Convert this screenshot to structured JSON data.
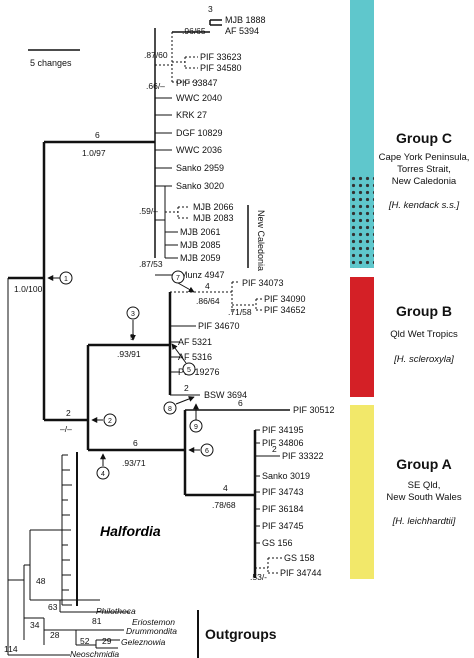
{
  "scale_bar": {
    "label": "5 changes"
  },
  "groups": {
    "c": {
      "title": "Group C",
      "lines": [
        "Cape York Peninsula,",
        "Torres Strait,",
        "New Caledonia"
      ],
      "taxon": "[H. kendack s.s.]",
      "color": "#5fc7cc",
      "hatch_color": "#333333"
    },
    "b": {
      "title": "Group B",
      "lines": [
        "Qld Wet Tropics"
      ],
      "taxon": "[H. scleroxyla]",
      "color": "#d42026"
    },
    "a": {
      "title": "Group A",
      "lines": [
        "SE Qld,",
        "New South Wales"
      ],
      "taxon": "[H. leichhardtii]",
      "color": "#f2e86a"
    }
  },
  "labels": {
    "new_caledonia": "New Caledonia",
    "halfordia": "Halfordia",
    "outgroups": "Outgroups"
  },
  "tips": {
    "mjb1888": "MJB 1888",
    "af5394": "AF 5394",
    "pif33623": "PIF 33623",
    "pif34580": "PIF 34580",
    "pif33847": "PIF 33847",
    "wwc2040": "WWC 2040",
    "krk27": "KRK 27",
    "dgf10829": "DGF 10829",
    "wwc2036": "WWC 2036",
    "sanko2959": "Sanko 2959",
    "sanko3020": "Sanko 3020",
    "mjb2066": "MJB 2066",
    "mjb2083": "MJB 2083",
    "mjb2061": "MJB 2061",
    "mjb2085": "MJB 2085",
    "mjb2059": "MJB 2059",
    "munz4947": "Munz 4947",
    "pif34073": "PIF 34073",
    "pif34090": "PIF 34090",
    "pif34652": "PIF 34652",
    "pif34670": "PIF 34670",
    "af5321": "AF 5321",
    "af5316": "AF 5316",
    "pif19276": "PIF 19276",
    "bsw3694": "BSW 3694",
    "pif30512": "PIF 30512",
    "pif34195": "PIF 34195",
    "pif34806": "PIF 34806",
    "pif33322": "PIF 33322",
    "sanko3019": "Sanko 3019",
    "pif34743": "PIF 34743",
    "pif36184": "PIF 36184",
    "pif34745": "PIF 34745",
    "gs156": "GS 156",
    "gs158": "GS 158",
    "pif34744": "PIF 34744"
  },
  "outgroup_taxa": {
    "philotheca": "Philotheca",
    "eriostemon": "Eriostemon",
    "drummondita": "Drummondita",
    "geleznowia": "Geleznowia",
    "neoschmidia": "Neoschmidia"
  },
  "support": {
    "s_3": "3",
    "s_9665": ".96/65",
    "s_8760": ".87/60",
    "s_66": ".66/–",
    "s_6c": "6",
    "s_1097": "1.0/97",
    "s_59": ".59/–",
    "s_8753": ".87/53",
    "s_10100": "1.0/100",
    "s_4b": "4",
    "s_8664": ".86/64",
    "s_7158": ".71/58",
    "s_5": "5",
    "s_9391": ".93/91",
    "s_2b": "2",
    "s_2": "2",
    "s_dash": "–/–",
    "s_6a": "6",
    "s_6root": "6",
    "s_9371": ".93/71",
    "s_2a": "2",
    "s_4a": "4",
    "s_7868": ".78/68",
    "s_53": ".53/-",
    "s_48": "48",
    "s_63": "63",
    "s_81": "81",
    "s_34": "34",
    "s_28": "28",
    "s_52": "52",
    "s_29": "29",
    "s_114": "114"
  },
  "markers": [
    "1",
    "2",
    "3",
    "4",
    "5",
    "6",
    "7",
    "8",
    "9"
  ]
}
